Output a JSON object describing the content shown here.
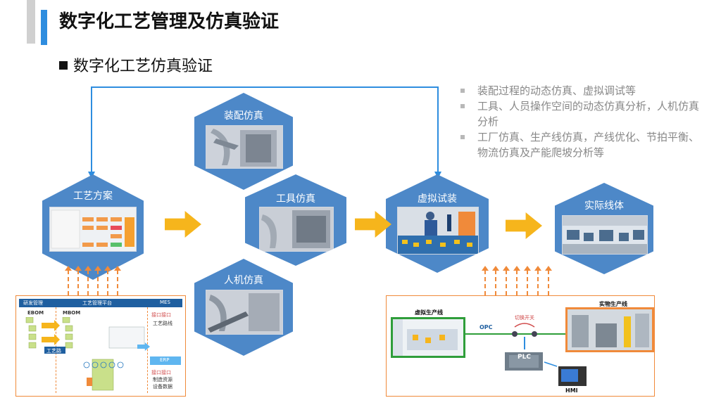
{
  "page": {
    "title": "数字化工艺管理及仿真验证",
    "subtitle": "数字化工艺仿真验证"
  },
  "bullets": [
    "装配过程的动态仿真、虚拟调试等",
    "工具、人员操作空间的动态仿真分析，人机仿真分析",
    "工厂仿真、生产线仿真，产线优化、节拍平衡、物流仿真及产能爬坡分析等"
  ],
  "hexagons": {
    "process_plan": "工艺方案",
    "assembly_sim": "装配仿真",
    "tool_sim": "工具仿真",
    "ergonomics_sim": "人机仿真",
    "virtual_trial": "虚拟试装",
    "actual_line": "实际线体"
  },
  "left_panel": {
    "header_cells": [
      "研发管理",
      "工艺管理平台",
      "MES"
    ],
    "ebom": "EBOM",
    "mbom": "MBOM",
    "process_input": "工艺路线",
    "erp": "ERP",
    "api_top": "接口接口",
    "api_top_item": "工艺路线",
    "api_bottom": "接口接口",
    "api_bottom_items": [
      "制造资源",
      "设备数据"
    ]
  },
  "right_panel": {
    "virtual_line": "虚拟生产线",
    "real_line": "实物生产线",
    "opc": "OPC",
    "switch": "切换开关",
    "plc": "PLC",
    "hmi": "HMI"
  },
  "colors": {
    "hex_fill": "#4d88c8",
    "arrow_fill": "#f6b51c",
    "connector_line": "#2e8ddf",
    "dashed_arrow": "#f08a3a"
  }
}
